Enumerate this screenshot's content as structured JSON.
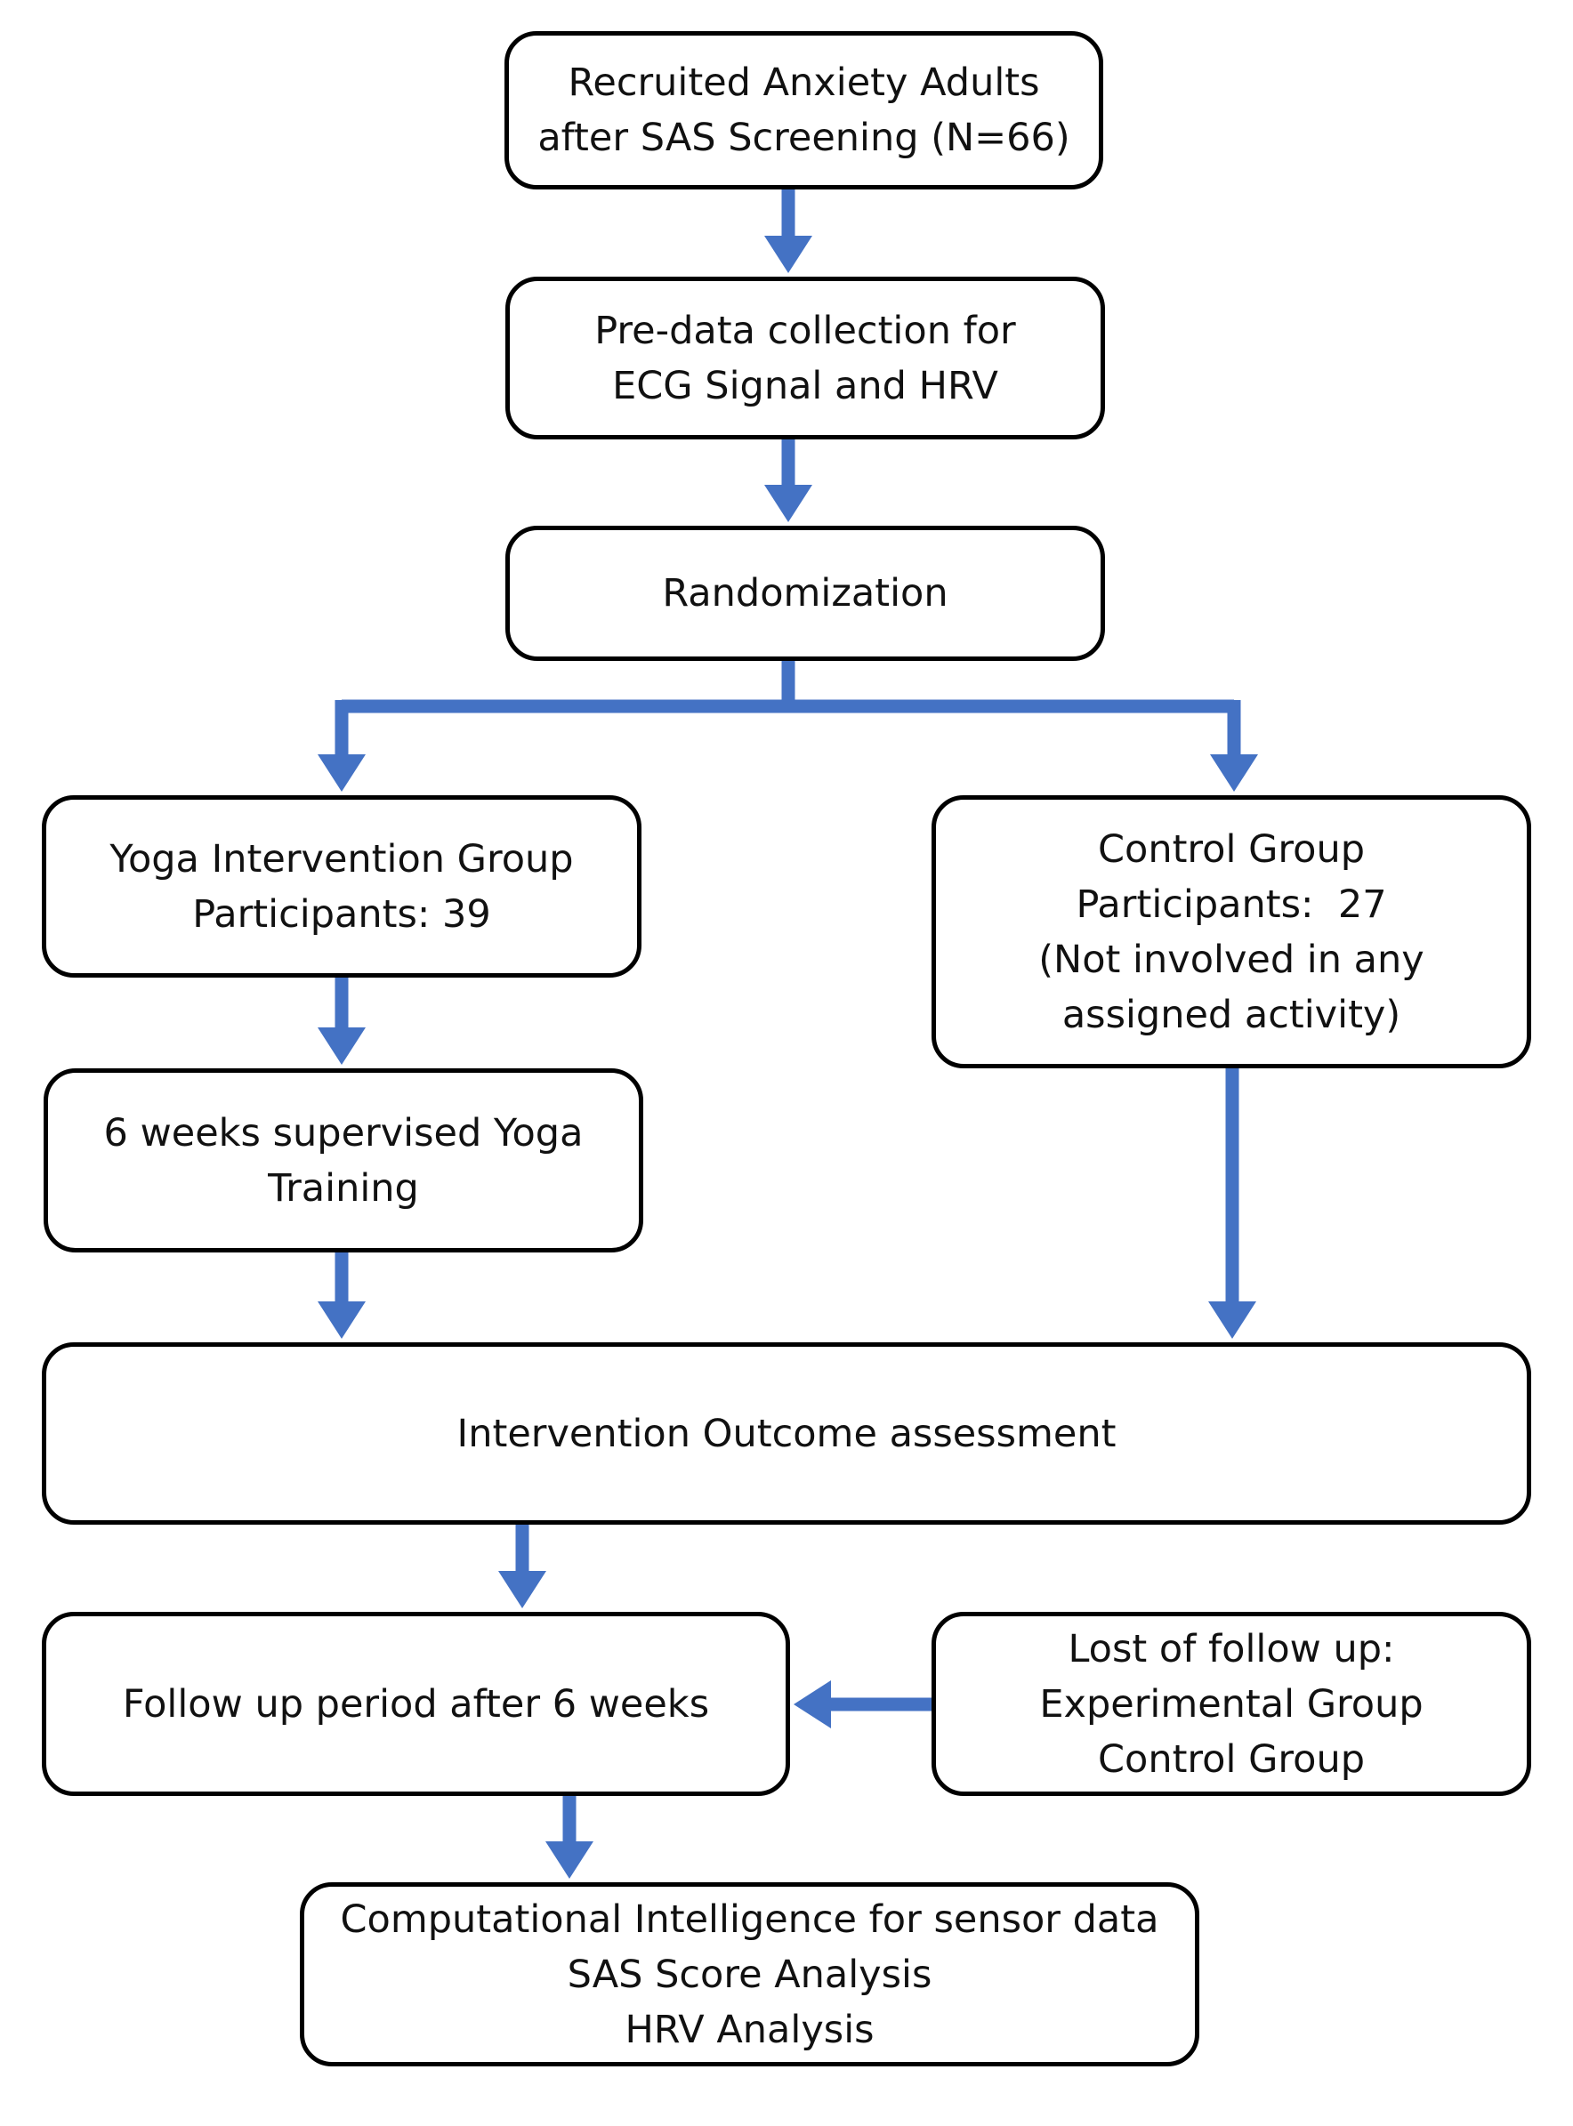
{
  "colors": {
    "arrow": "#4472C4",
    "border": "#000000",
    "text": "#111111"
  },
  "boxes": {
    "recruited": {
      "lines": [
        "Recruited Anxiety Adults",
        "after SAS Screening (N=66)"
      ]
    },
    "pre_data": {
      "lines": [
        "Pre-data collection for",
        "ECG Signal and HRV"
      ]
    },
    "randomization": {
      "lines": [
        "Randomization"
      ]
    },
    "yoga_group": {
      "lines": [
        "Yoga Intervention Group",
        "Participants: 39"
      ]
    },
    "control_group": {
      "lines": [
        "Control Group",
        "Participants:  27",
        "(Not involved in any",
        "assigned activity)"
      ]
    },
    "yoga_training": {
      "lines": [
        "6 weeks supervised Yoga",
        "Training"
      ]
    },
    "outcome": {
      "lines": [
        "Intervention Outcome assessment"
      ]
    },
    "follow_up": {
      "lines": [
        "Follow up period after 6 weeks"
      ]
    },
    "lost_follow_up": {
      "lines": [
        "Lost of follow up:",
        "Experimental Group",
        "Control Group"
      ]
    },
    "analysis": {
      "lines": [
        "Computational Intelligence for sensor data",
        "SAS Score Analysis",
        "HRV Analysis"
      ]
    }
  }
}
